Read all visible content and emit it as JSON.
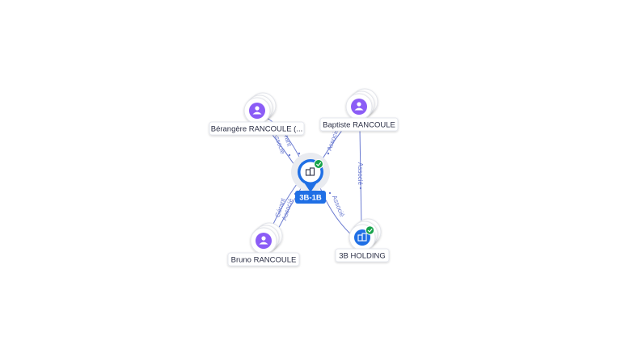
{
  "colors": {
    "edge": "#6b7bd1",
    "person": "#8b5cf6",
    "company": "#1f6fe5",
    "verified": "#16a34a"
  },
  "nodes": {
    "berangere": {
      "label": "Bérangère RANCOULE (...",
      "icon": "person-icon"
    },
    "baptiste": {
      "label": "Baptiste RANCOULE",
      "icon": "person-icon"
    },
    "bruno": {
      "label": "Bruno RANCOULE",
      "icon": "person-icon"
    },
    "company_3b1b": {
      "label": "3B-1B",
      "icon": "building-icon",
      "verified": true
    },
    "holding": {
      "label": "3B HOLDING",
      "icon": "building-icon",
      "verified": true
    }
  },
  "edges": {
    "berangere_gerant": "Gérant",
    "berangere_associe": "Associé",
    "baptiste_associe": "Associé",
    "bruno_gerant": "Gérant",
    "bruno_associe": "Associé",
    "holding_associe": "Associé",
    "baptiste_holding_associe": "Associé"
  }
}
